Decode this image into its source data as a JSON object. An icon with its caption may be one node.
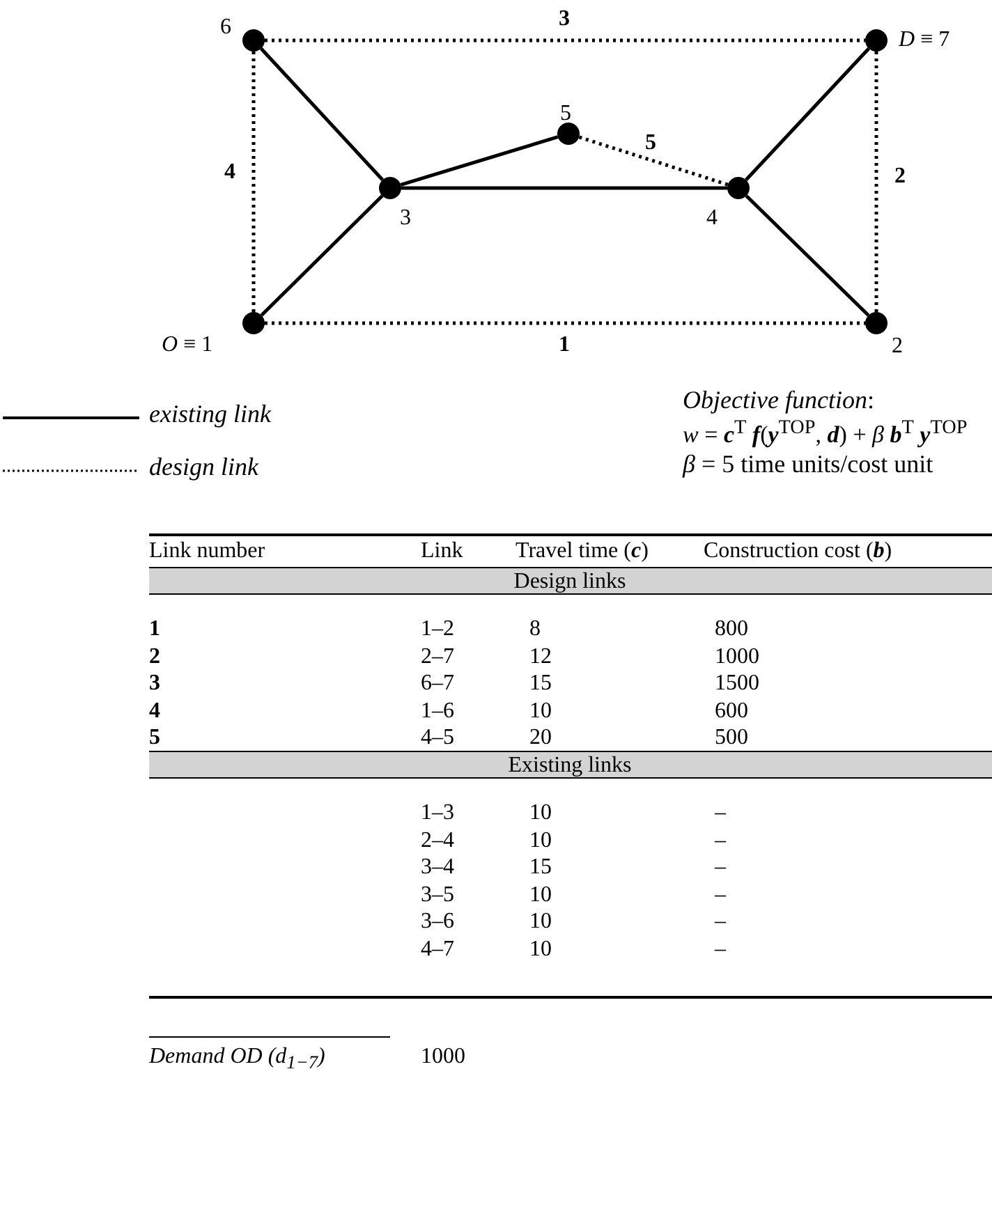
{
  "diagram": {
    "nodes": [
      {
        "text": [],
        "shape": "circle",
        "beside": [
          "6"
        ]
      },
      {
        "text": [],
        "shape": "circle",
        "beside": [
          "*D* ≡ 7"
        ]
      },
      {
        "text": [],
        "shape": "circle",
        "beside": [
          "5"
        ]
      },
      {
        "text": [],
        "shape": "circle",
        "beside": [
          "3"
        ]
      },
      {
        "text": [],
        "shape": "circle",
        "beside": [
          "4"
        ]
      },
      {
        "text": [],
        "shape": "circle",
        "beside": [
          "*O* ≡ 1"
        ]
      },
      {
        "text": [],
        "shape": "circle",
        "beside": [
          "2"
        ]
      }
    ],
    "edges": [
      {
        "from": 5,
        "to": 6,
        "arrow": "none",
        "label": "1",
        "style": "dashed"
      },
      {
        "from": 6,
        "to": 1,
        "arrow": "none",
        "label": "2",
        "style": "dashed"
      },
      {
        "from": 0,
        "to": 1,
        "arrow": "none",
        "label": "3",
        "style": "dashed"
      },
      {
        "from": 5,
        "to": 0,
        "arrow": "none",
        "label": "4",
        "style": "dashed"
      },
      {
        "from": 4,
        "to": 2,
        "arrow": "none",
        "label": "5",
        "style": "dashed"
      },
      {
        "from": 5,
        "to": 3,
        "arrow": "none"
      },
      {
        "from": 6,
        "to": 4,
        "arrow": "none"
      },
      {
        "from": 3,
        "to": 4,
        "arrow": "none"
      },
      {
        "from": 3,
        "to": 2,
        "arrow": "none"
      },
      {
        "from": 3,
        "to": 0,
        "arrow": "none"
      },
      {
        "from": 4,
        "to": 1,
        "arrow": "none"
      }
    ],
    "labels": [
      "*Objective function*:",
      "*w* = **c**$^{T}$ **f**(**y**$^{TOP}$, **d**) + *β* **b**$^{T}$ **y**$^{TOP}$",
      "*β* = 5 time units/cost unit",
      "Link number",
      "Link",
      "Travel time (**c**)",
      "Construction cost (**b**)",
      "Design links",
      "1",
      "1–2",
      "8",
      "800",
      "2",
      "2–7",
      "12",
      "1000",
      "3",
      "6–7",
      "15",
      "1500",
      "4",
      "1–6",
      "10",
      "600",
      "5",
      "4–5",
      "20",
      "500",
      "Existing links",
      "1–3",
      "10",
      "–",
      "2–4",
      "10",
      "–",
      "3–4",
      "15",
      "–",
      "3–5",
      "10",
      "–",
      "3–6",
      "10",
      "–",
      "4–7",
      "10",
      "–",
      "Demand OD (d$_{1−7}$)",
      "1000"
    ],
    "legend": [
      {
        "text": "existing link"
      },
      {
        "text": "design link"
      }
    ]
  }
}
